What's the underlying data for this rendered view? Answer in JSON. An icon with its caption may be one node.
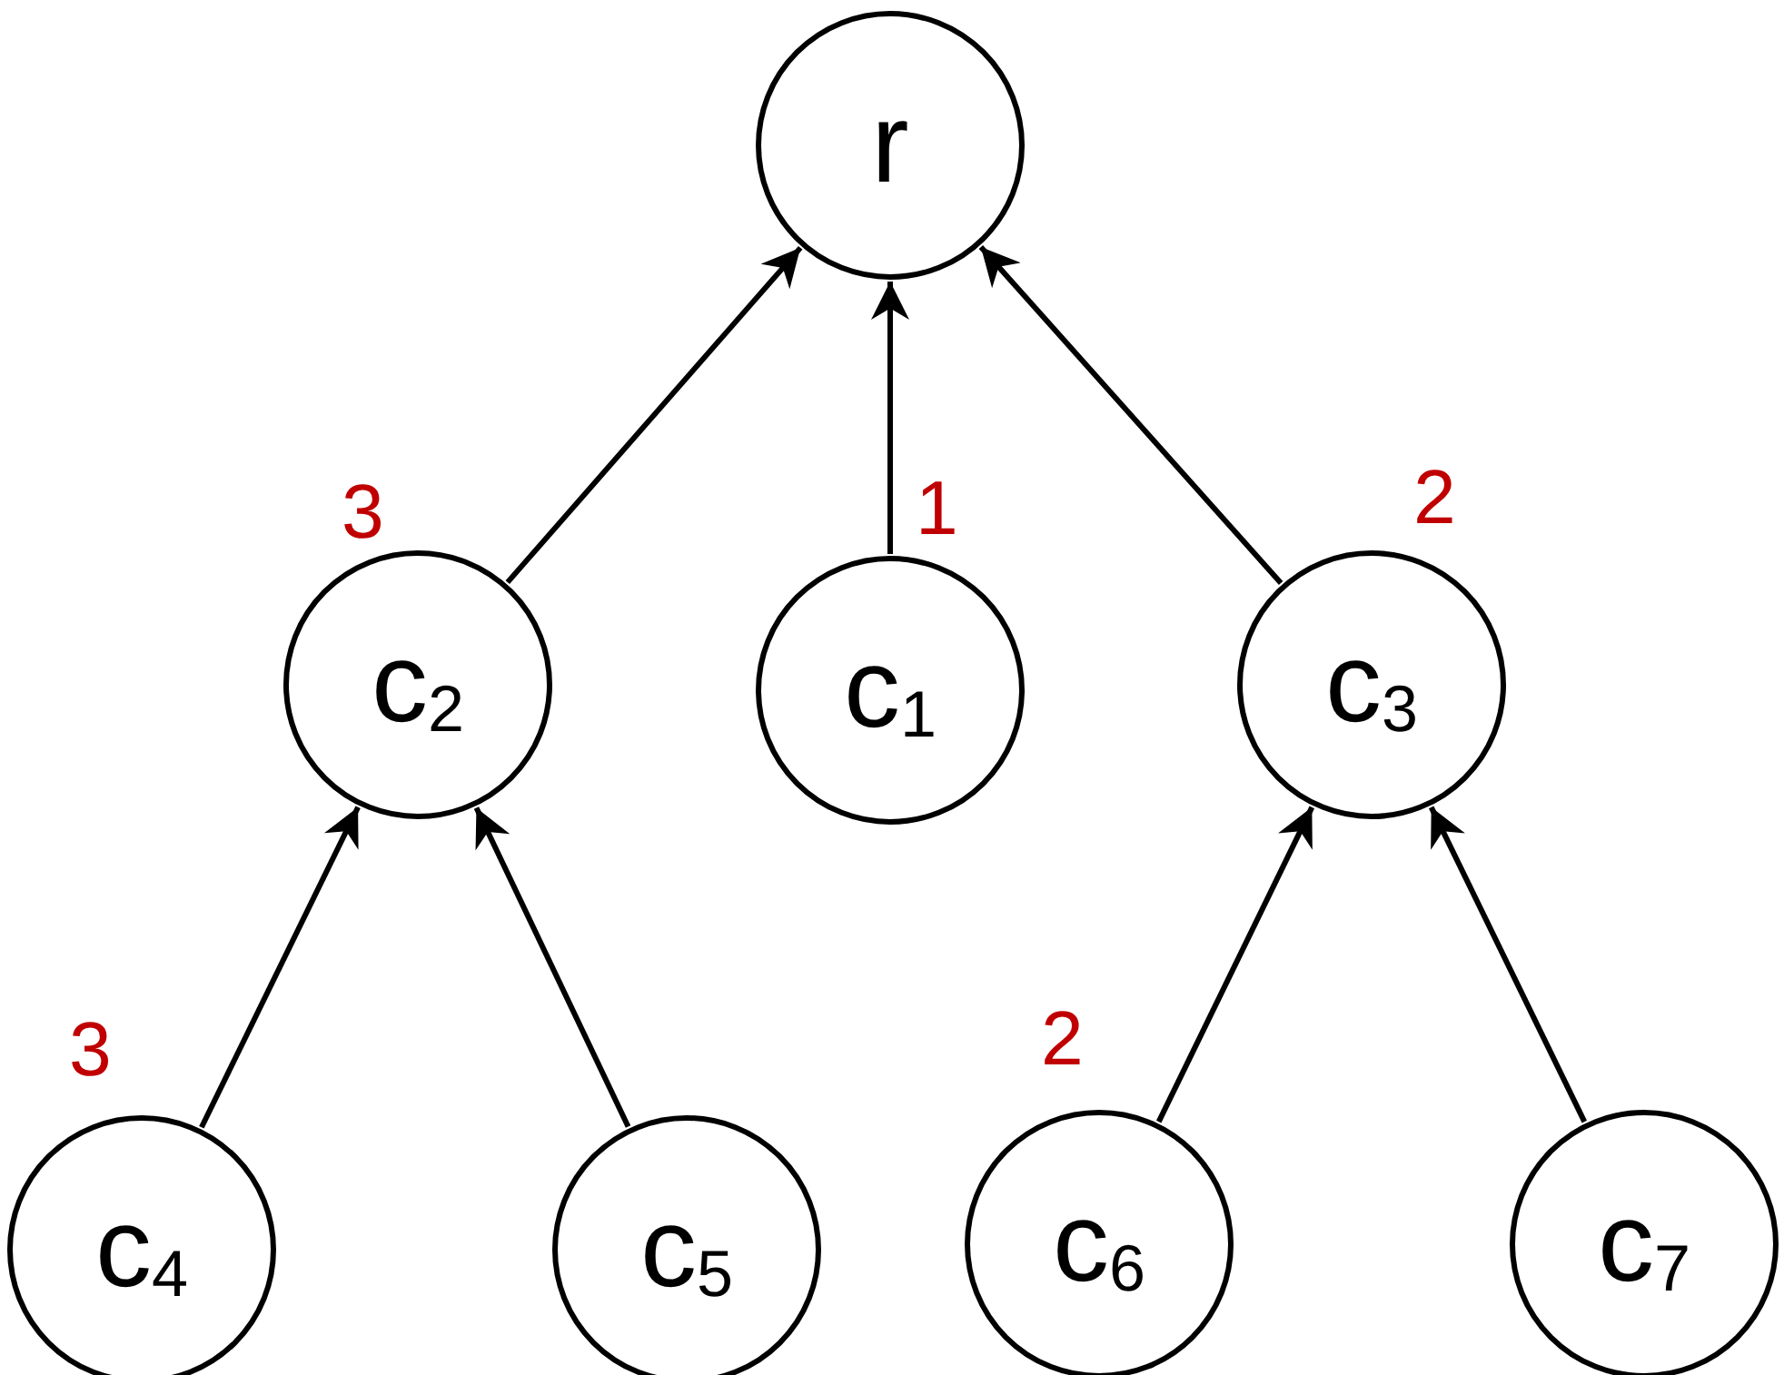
{
  "diagram": {
    "nodes": [
      {
        "text": [
          "r"
        ]
      },
      {
        "text": [
          "c$_{2}$"
        ]
      },
      {
        "text": [
          "c$_{1}$"
        ]
      },
      {
        "text": [
          "c$_{3}$"
        ]
      },
      {
        "text": [
          "c$_{4}$"
        ]
      },
      {
        "text": [
          "c$_{5}$"
        ]
      },
      {
        "text": [
          "c$_{6}$"
        ]
      },
      {
        "text": [
          "c$_{7}$"
        ]
      }
    ],
    "edges": [
      {
        "from": 1,
        "to": 0,
        "arrow": "to",
        "label": "3"
      },
      {
        "from": 2,
        "to": 0,
        "arrow": "to",
        "label": "1"
      },
      {
        "from": 3,
        "to": 0,
        "arrow": "to",
        "label": "2"
      },
      {
        "from": 4,
        "to": 1,
        "arrow": "to",
        "label": "3"
      },
      {
        "from": 5,
        "to": 1,
        "arrow": "to"
      },
      {
        "from": 6,
        "to": 3,
        "arrow": "to",
        "label": "2"
      },
      {
        "from": 7,
        "to": 3,
        "arrow": "to"
      }
    ]
  }
}
